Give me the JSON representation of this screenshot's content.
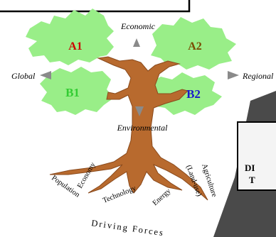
{
  "axes": {
    "top": "Economic",
    "left": "Global",
    "right": "Regional",
    "bottom": "Environmental"
  },
  "scenarios": [
    {
      "id": "A1",
      "label": "A1",
      "color": "#cc0000"
    },
    {
      "id": "A2",
      "label": "A2",
      "color": "#7a4a00"
    },
    {
      "id": "B1",
      "label": "B1",
      "color": "#33cc33"
    },
    {
      "id": "B2",
      "label": "B2",
      "color": "#1a1acc"
    }
  ],
  "roots": [
    "Population",
    "Economy",
    "Technology",
    "Energy",
    "(Land-use)",
    "Agriculture"
  ],
  "driving_forces": "Driving Forces",
  "side_panel": {
    "line1": "DI",
    "line2": "T"
  },
  "colors": {
    "foliage": "#99ee88",
    "trunk": "#b86a2e",
    "trunk_dark": "#8a4a1c",
    "arrow": "#8a8a8a",
    "panel_shadow": "#4a4a4a"
  }
}
